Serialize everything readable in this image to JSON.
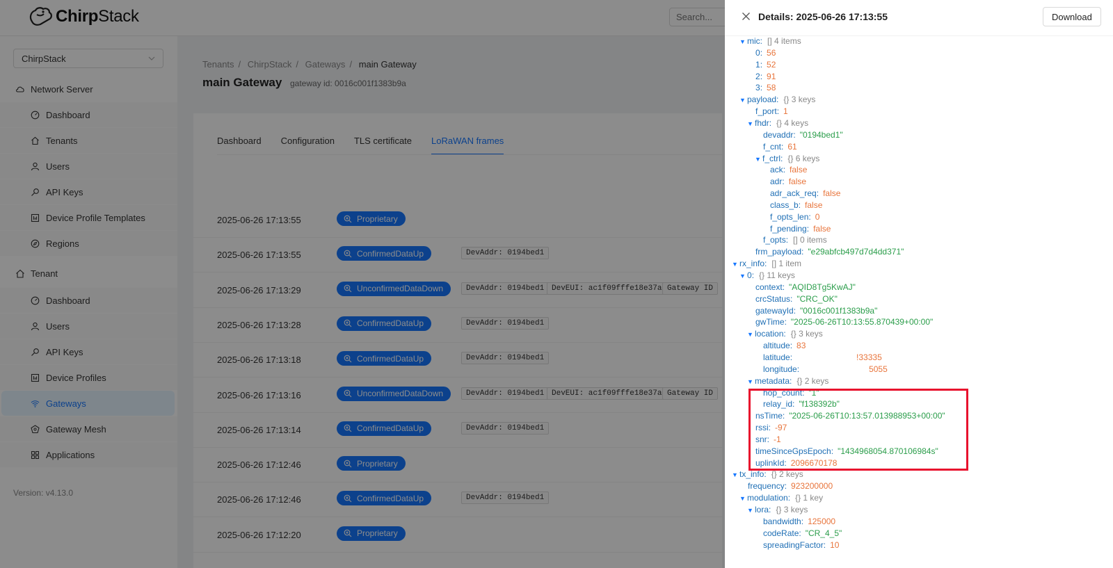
{
  "header": {
    "logo_text_bold": "Chirp",
    "logo_text_rest": "Stack",
    "search_placeholder": "Search..."
  },
  "sidebar": {
    "tenant_select": "ChirpStack",
    "network_server_label": "Network Server",
    "network_server_items": [
      {
        "label": "Dashboard",
        "icon": "dashboard-icon"
      },
      {
        "label": "Tenants",
        "icon": "home-icon"
      },
      {
        "label": "Users",
        "icon": "user-icon"
      },
      {
        "label": "API Keys",
        "icon": "key-icon"
      },
      {
        "label": "Device Profile Templates",
        "icon": "template-icon"
      },
      {
        "label": "Regions",
        "icon": "compass-icon"
      }
    ],
    "tenant_label": "Tenant",
    "tenant_items": [
      {
        "label": "Dashboard",
        "icon": "dashboard-icon"
      },
      {
        "label": "Users",
        "icon": "user-icon"
      },
      {
        "label": "API Keys",
        "icon": "key-icon"
      },
      {
        "label": "Device Profiles",
        "icon": "template-icon"
      },
      {
        "label": "Gateways",
        "icon": "wifi-icon",
        "active": true
      },
      {
        "label": "Gateway Mesh",
        "icon": "mesh-icon"
      },
      {
        "label": "Applications",
        "icon": "apps-icon"
      }
    ],
    "version": "Version: v4.13.0"
  },
  "main": {
    "breadcrumb": [
      "Tenants",
      "ChirpStack",
      "Gateways",
      "main Gateway"
    ],
    "title": "main Gateway",
    "subtitle": "gateway id: 0016c001f1383b9a",
    "tabs": [
      "Dashboard",
      "Configuration",
      "TLS certificate",
      "LoRaWAN frames"
    ],
    "active_tab": "LoRaWAN frames",
    "frames": [
      {
        "time": "2025-06-26 17:13:55",
        "type": "Proprietary",
        "chips": []
      },
      {
        "time": "2025-06-26 17:13:55",
        "type": "ConfirmedDataUp",
        "chips": [
          "DevAddr: 0194bed1"
        ]
      },
      {
        "time": "2025-06-26 17:13:29",
        "type": "UnconfirmedDataDown",
        "chips": [
          "DevAddr: 0194bed1",
          "DevEUI: ac1f09fffe18e37a",
          "Gateway ID"
        ]
      },
      {
        "time": "2025-06-26 17:13:28",
        "type": "ConfirmedDataUp",
        "chips": [
          "DevAddr: 0194bed1"
        ]
      },
      {
        "time": "2025-06-26 17:13:18",
        "type": "ConfirmedDataUp",
        "chips": [
          "DevAddr: 0194bed1"
        ]
      },
      {
        "time": "2025-06-26 17:13:16",
        "type": "UnconfirmedDataDown",
        "chips": [
          "DevAddr: 0194bed1",
          "DevEUI: ac1f09fffe18e37a",
          "Gateway ID"
        ]
      },
      {
        "time": "2025-06-26 17:13:14",
        "type": "ConfirmedDataUp",
        "chips": [
          "DevAddr: 0194bed1"
        ]
      },
      {
        "time": "2025-06-26 17:12:46",
        "type": "Proprietary",
        "chips": []
      },
      {
        "time": "2025-06-26 17:12:46",
        "type": "ConfirmedDataUp",
        "chips": [
          "DevAddr: 0194bed1"
        ]
      },
      {
        "time": "2025-06-26 17:12:20",
        "type": "Proprietary",
        "chips": []
      }
    ]
  },
  "drawer": {
    "title": "Details: 2025-06-26 17:13:55",
    "download_label": "Download",
    "json_lines": [
      {
        "depth": 1,
        "arrow": true,
        "key": "mic",
        "meta": "[] 4 items"
      },
      {
        "depth": 2,
        "key": "0",
        "value": "56",
        "vtype": "num"
      },
      {
        "depth": 2,
        "key": "1",
        "value": "52",
        "vtype": "num"
      },
      {
        "depth": 2,
        "key": "2",
        "value": "91",
        "vtype": "num"
      },
      {
        "depth": 2,
        "key": "3",
        "value": "58",
        "vtype": "num"
      },
      {
        "depth": 1,
        "arrow": true,
        "key": "payload",
        "meta": "{} 3 keys"
      },
      {
        "depth": 2,
        "key": "f_port",
        "value": "1",
        "vtype": "num"
      },
      {
        "depth": 2,
        "arrow": true,
        "key": "fhdr",
        "meta": "{} 4 keys"
      },
      {
        "depth": 3,
        "key": "devaddr",
        "value": "\"0194bed1\"",
        "vtype": "str"
      },
      {
        "depth": 3,
        "key": "f_cnt",
        "value": "61",
        "vtype": "num"
      },
      {
        "depth": 3,
        "arrow": true,
        "key": "f_ctrl",
        "meta": "{} 6 keys"
      },
      {
        "depth": 4,
        "key": "ack",
        "value": "false",
        "vtype": "bool"
      },
      {
        "depth": 4,
        "key": "adr",
        "value": "false",
        "vtype": "bool"
      },
      {
        "depth": 4,
        "key": "adr_ack_req",
        "value": "false",
        "vtype": "bool"
      },
      {
        "depth": 4,
        "key": "class_b",
        "value": "false",
        "vtype": "bool"
      },
      {
        "depth": 4,
        "key": "f_opts_len",
        "value": "0",
        "vtype": "num"
      },
      {
        "depth": 4,
        "key": "f_pending",
        "value": "false",
        "vtype": "bool"
      },
      {
        "depth": 3,
        "key": "f_opts",
        "meta": "[] 0 items"
      },
      {
        "depth": 2,
        "key": "frm_payload",
        "value": "\"e29abfcb497d7d4dd371\"",
        "vtype": "str"
      },
      {
        "depth": 0,
        "arrow": true,
        "key": "rx_info",
        "meta": "[] 1 item"
      },
      {
        "depth": 1,
        "arrow": true,
        "key": "0",
        "meta": "{} 11 keys"
      },
      {
        "depth": 2,
        "key": "context",
        "value": "\"AQID8Tg5KwAJ\"",
        "vtype": "str"
      },
      {
        "depth": 2,
        "key": "crcStatus",
        "value": "\"CRC_OK\"",
        "vtype": "str"
      },
      {
        "depth": 2,
        "key": "gatewayId",
        "value": "\"0016c001f1383b9a\"",
        "vtype": "str"
      },
      {
        "depth": 2,
        "key": "gwTime",
        "value": "\"2025-06-26T10:13:55.870439+00:00\"",
        "vtype": "str"
      },
      {
        "depth": 2,
        "arrow": true,
        "key": "location",
        "meta": "{} 3 keys"
      },
      {
        "depth": 3,
        "key": "altitude",
        "value": "83",
        "vtype": "num"
      },
      {
        "depth": 3,
        "key": "latitude",
        "value": "!33335",
        "vtype": "num",
        "masked": true
      },
      {
        "depth": 3,
        "key": "longitude",
        "value": "5055",
        "vtype": "num",
        "masked": true
      },
      {
        "depth": 2,
        "arrow": true,
        "key": "metadata",
        "meta": "{} 2 keys"
      },
      {
        "depth": 3,
        "key": "hop_count",
        "value": "\"1\"",
        "vtype": "str"
      },
      {
        "depth": 3,
        "key": "relay_id",
        "value": "\"f138392b\"",
        "vtype": "str"
      },
      {
        "depth": 2,
        "key": "nsTime",
        "value": "\"2025-06-26T10:13:57.013988953+00:00\"",
        "vtype": "str"
      },
      {
        "depth": 2,
        "key": "rssi",
        "value": "-97",
        "vtype": "num"
      },
      {
        "depth": 2,
        "key": "snr",
        "value": "-1",
        "vtype": "num"
      },
      {
        "depth": 2,
        "key": "timeSinceGpsEpoch",
        "value": "\"1434968054.870106984s\"",
        "vtype": "str"
      },
      {
        "depth": 2,
        "key": "uplinkId",
        "value": "2096670178",
        "vtype": "num"
      },
      {
        "depth": 0,
        "arrow": true,
        "key": "tx_info",
        "meta": "{} 2 keys"
      },
      {
        "depth": 1,
        "key": "frequency",
        "value": "923200000",
        "vtype": "num"
      },
      {
        "depth": 1,
        "arrow": true,
        "key": "modulation",
        "meta": "{} 1 key"
      },
      {
        "depth": 2,
        "arrow": true,
        "key": "lora",
        "meta": "{} 3 keys"
      },
      {
        "depth": 3,
        "key": "bandwidth",
        "value": "125000",
        "vtype": "num"
      },
      {
        "depth": 3,
        "key": "codeRate",
        "value": "\"CR_4_5\"",
        "vtype": "str"
      },
      {
        "depth": 3,
        "key": "spreadingFactor",
        "value": "10",
        "vtype": "num"
      }
    ]
  },
  "colors": {
    "primary": "#1677ff",
    "highlight_box": "#e8112d",
    "json_key": "#1f6fb5",
    "json_number": "#e8743b",
    "json_string": "#2a9d4a"
  }
}
